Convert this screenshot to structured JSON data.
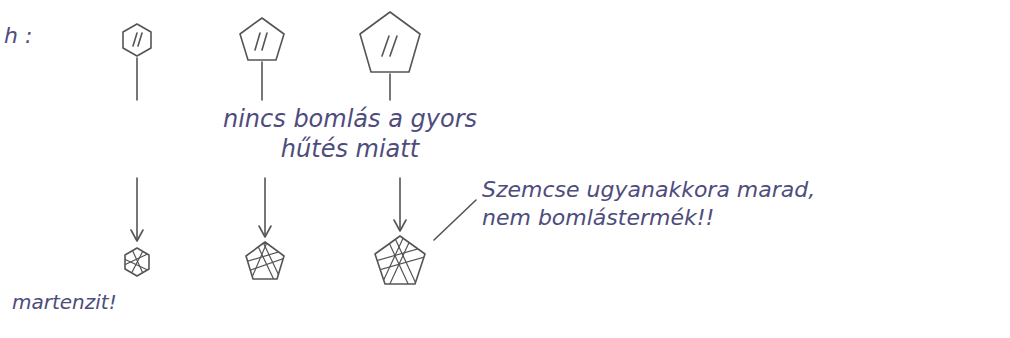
{
  "diagram": {
    "labels": [
      "h :",
      "nincs bomlás a gyors hűtés miatt",
      "martenzit!",
      "Szemcse ugyanakkora marad, nem bomlástermék!!"
    ]
  }
}
